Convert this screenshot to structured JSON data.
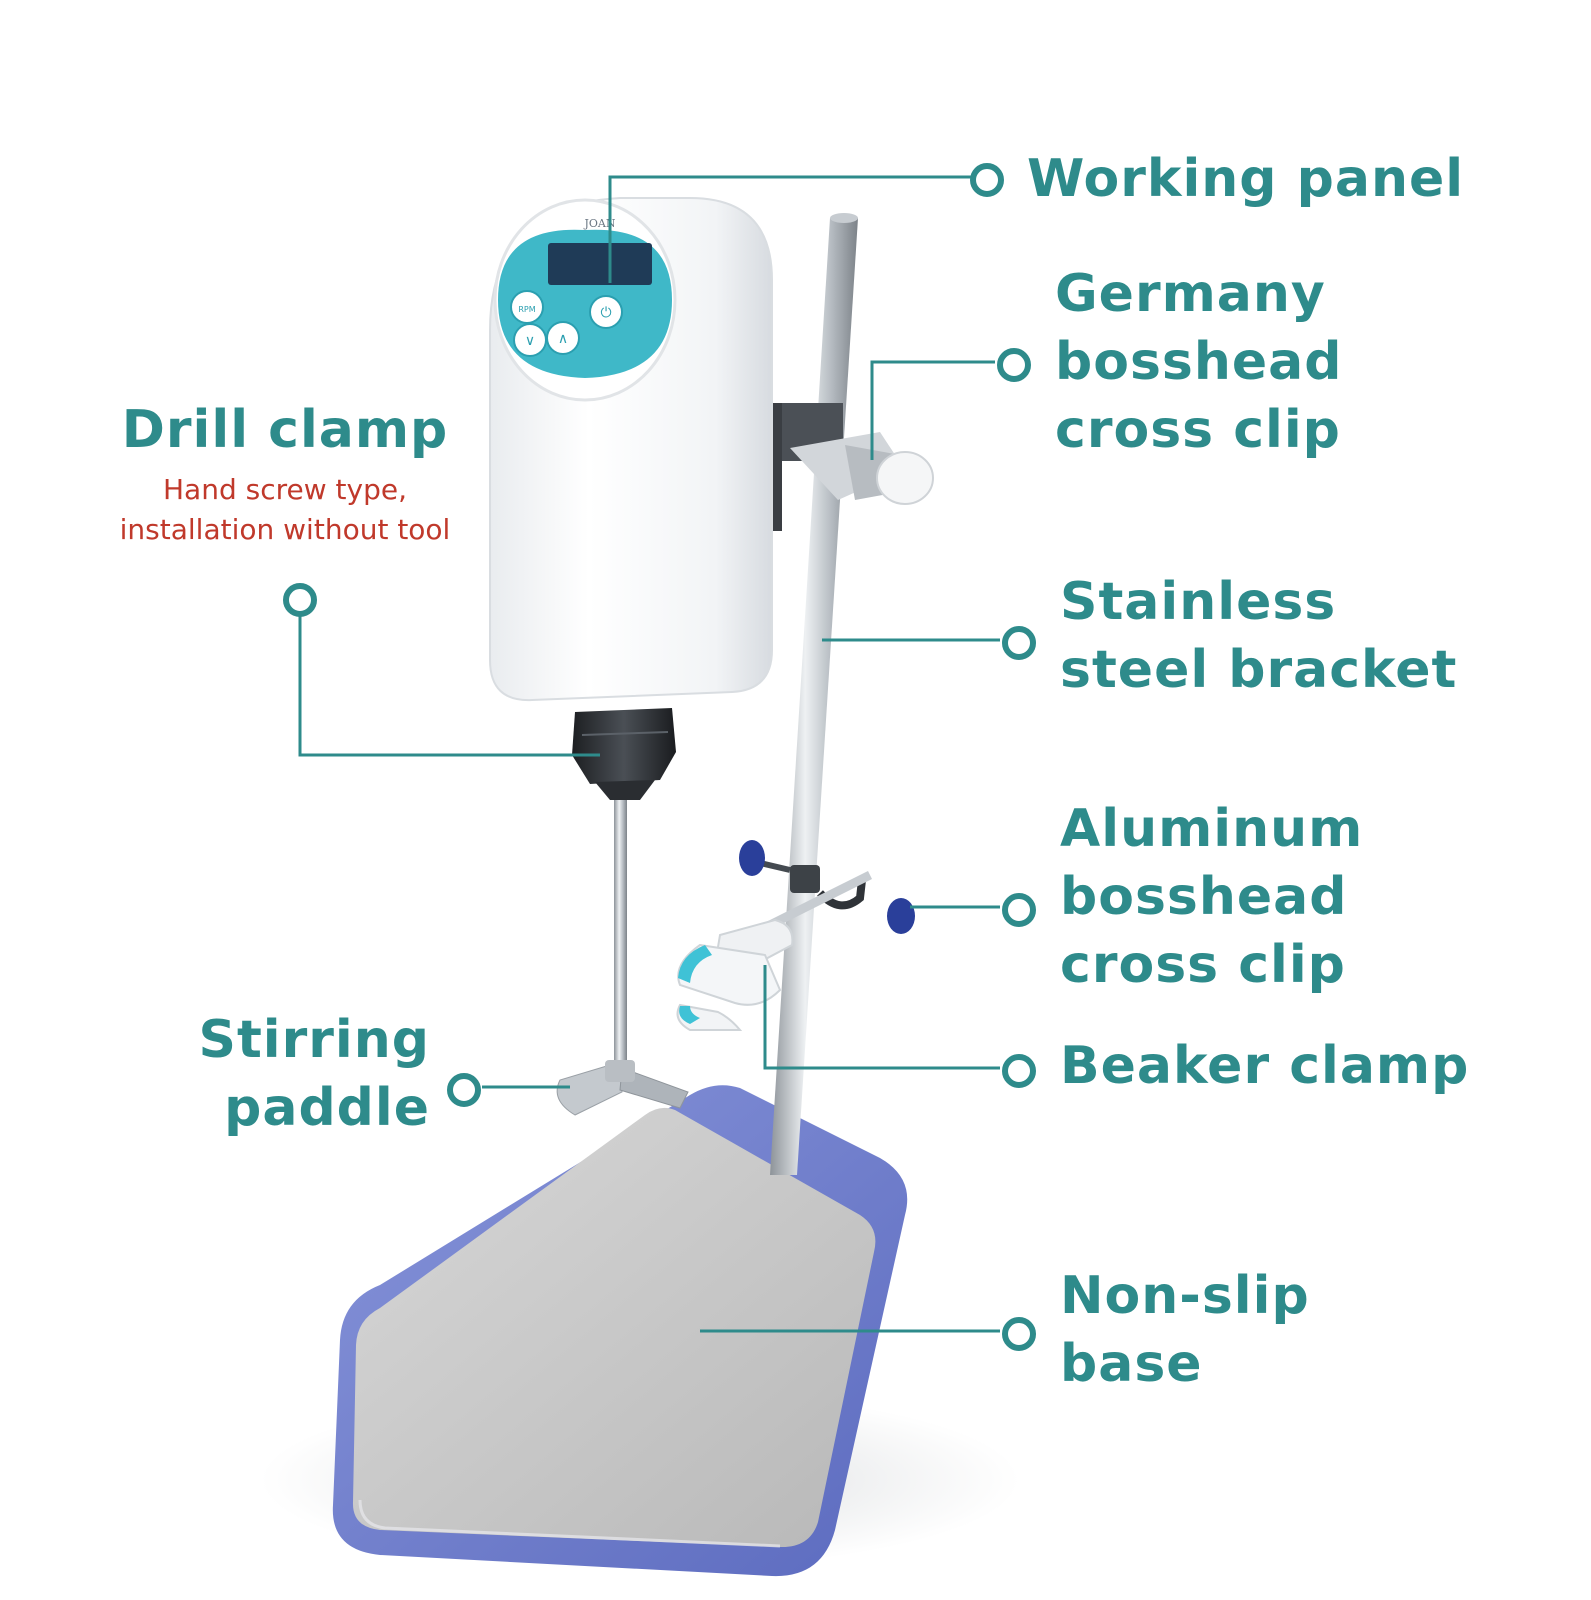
{
  "device": {
    "brand_text": "JOAN",
    "panel_buttons": [
      {
        "name": "rpm-button",
        "glyph": "RPM"
      },
      {
        "name": "down-button",
        "glyph": "∨"
      },
      {
        "name": "up-button",
        "glyph": "∧"
      },
      {
        "name": "power-button",
        "glyph": "⏻"
      }
    ]
  },
  "callouts": {
    "working_panel": {
      "lines": [
        "Working panel"
      ]
    },
    "germany_bosshead": {
      "lines": [
        "Germany",
        "bosshead",
        "cross clip"
      ]
    },
    "stainless_bracket": {
      "lines": [
        "Stainless",
        "steel bracket"
      ]
    },
    "aluminum_bosshead": {
      "lines": [
        "Aluminum",
        "bosshead",
        "cross clip"
      ]
    },
    "beaker_clamp": {
      "lines": [
        "Beaker clamp"
      ]
    },
    "non_slip_base": {
      "lines": [
        "Non-slip",
        "base"
      ]
    },
    "drill_clamp": {
      "lines": [
        "Drill clamp"
      ],
      "sub_lines": [
        "Hand screw type,",
        "installation without tool"
      ]
    },
    "stirring_paddle": {
      "lines": [
        "Stirring",
        "paddle"
      ]
    }
  },
  "colors": {
    "accent": "#2e8b8b",
    "subtext": "#c0392b",
    "base_blue": "#6f7fcf",
    "plate_gray": "#c9c9c9",
    "panel_cyan": "#3fb8c8",
    "knob_blue": "#2a3f9a"
  }
}
